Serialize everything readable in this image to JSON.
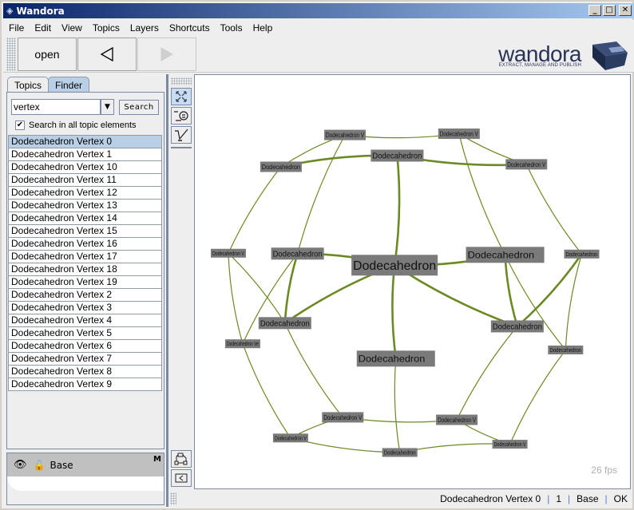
{
  "window": {
    "title": "Wandora",
    "controls": [
      "minimize",
      "maximize",
      "close"
    ]
  },
  "menu": [
    "File",
    "Edit",
    "View",
    "Topics",
    "Layers",
    "Shortcuts",
    "Tools",
    "Help"
  ],
  "toolbar": {
    "open_label": "open",
    "back_icon": "back-triangle-icon",
    "forward_icon": "forward-triangle-icon",
    "forward_enabled": false
  },
  "logo": {
    "word": "wandora",
    "tagline": "EXTRACT, MANAGE AND PUBLISH"
  },
  "left_tabs": [
    {
      "label": "Topics",
      "active": false
    },
    {
      "label": "Finder",
      "active": true
    }
  ],
  "finder": {
    "search_value": "vertex",
    "search_button": "Search",
    "checkbox_label": "Search in all topic elements",
    "checkbox_checked": true,
    "results": [
      "Dodecahedron Vertex 0",
      "Dodecahedron Vertex 1",
      "Dodecahedron Vertex 10",
      "Dodecahedron Vertex 11",
      "Dodecahedron Vertex 12",
      "Dodecahedron Vertex 13",
      "Dodecahedron Vertex 14",
      "Dodecahedron Vertex 15",
      "Dodecahedron Vertex 16",
      "Dodecahedron Vertex 17",
      "Dodecahedron Vertex 18",
      "Dodecahedron Vertex 19",
      "Dodecahedron Vertex 2",
      "Dodecahedron Vertex 3",
      "Dodecahedron Vertex 4",
      "Dodecahedron Vertex 5",
      "Dodecahedron Vertex 6",
      "Dodecahedron Vertex 7",
      "Dodecahedron Vertex 8",
      "Dodecahedron Vertex 9"
    ],
    "selected_index": 0
  },
  "layers": {
    "name": "Base",
    "mode_badge": "M",
    "visible_icon": "eye-icon",
    "lock_icon": "unlock-icon"
  },
  "side_tools": [
    "fit-to-view-icon",
    "filter-topic-icon",
    "edit-pen-icon"
  ],
  "side_tools_bottom": [
    "graph-layout-icon",
    "export-icon"
  ],
  "graph": {
    "fps": "26 fps",
    "nodes": [
      {
        "id": "center",
        "label": "Dodecahedron",
        "fx": 0.459,
        "fy": 0.46,
        "size": "xl"
      },
      {
        "id": "top",
        "label": "Dodecahedron",
        "fx": 0.465,
        "fy": 0.195,
        "size": "m"
      },
      {
        "id": "left",
        "label": "Dodecahedron",
        "fx": 0.236,
        "fy": 0.432,
        "size": "m"
      },
      {
        "id": "right",
        "label": "Dodecahedron",
        "fx": 0.713,
        "fy": 0.435,
        "size": "l"
      },
      {
        "id": "lowleft",
        "label": "Dodecahedron",
        "fx": 0.207,
        "fy": 0.6,
        "size": "m"
      },
      {
        "id": "lowright",
        "label": "Dodecahedron",
        "fx": 0.741,
        "fy": 0.608,
        "size": "m"
      },
      {
        "id": "bottom",
        "label": "Dodecahedron",
        "fx": 0.462,
        "fy": 0.686,
        "size": "l"
      },
      {
        "id": "v1",
        "label": "Dodecahedron V",
        "fx": 0.345,
        "fy": 0.145,
        "size": "s"
      },
      {
        "id": "v2",
        "label": "Dodecahedron V",
        "fx": 0.607,
        "fy": 0.142,
        "size": "s"
      },
      {
        "id": "v3",
        "label": "Dodecahedron",
        "fx": 0.198,
        "fy": 0.222,
        "size": "s"
      },
      {
        "id": "v4",
        "label": "Dodecahedron V",
        "fx": 0.762,
        "fy": 0.216,
        "size": "s"
      },
      {
        "id": "v5",
        "label": "Dodecahedron V",
        "fx": 0.077,
        "fy": 0.431,
        "size": "xs"
      },
      {
        "id": "v6",
        "label": "Dodecahedron",
        "fx": 0.889,
        "fy": 0.433,
        "size": "xs"
      },
      {
        "id": "v7",
        "label": "Dodecahedron Ve",
        "fx": 0.11,
        "fy": 0.65,
        "size": "xs"
      },
      {
        "id": "v8",
        "label": "Dodecahedron",
        "fx": 0.852,
        "fy": 0.665,
        "size": "xs"
      },
      {
        "id": "v9",
        "label": "Dodecahedron V",
        "fx": 0.34,
        "fy": 0.828,
        "size": "s"
      },
      {
        "id": "v10",
        "label": "Dodecahedron V",
        "fx": 0.602,
        "fy": 0.834,
        "size": "s"
      },
      {
        "id": "v11",
        "label": "Dodecahedron V",
        "fx": 0.22,
        "fy": 0.878,
        "size": "xs"
      },
      {
        "id": "v12",
        "label": "Dodecahedron V",
        "fx": 0.724,
        "fy": 0.893,
        "size": "xs"
      },
      {
        "id": "v13",
        "label": "Dodecahedron",
        "fx": 0.471,
        "fy": 0.913,
        "size": "xs"
      }
    ],
    "edges": [
      [
        "center",
        "top",
        1
      ],
      [
        "center",
        "lowleft",
        1
      ],
      [
        "center",
        "lowright",
        1
      ],
      [
        "center",
        "left",
        1
      ],
      [
        "center",
        "right",
        1
      ],
      [
        "center",
        "bottom",
        1
      ],
      [
        "top",
        "v3",
        1
      ],
      [
        "top",
        "v4",
        1
      ],
      [
        "left",
        "lowleft",
        1
      ],
      [
        "right",
        "lowright",
        1
      ],
      [
        "lowleft",
        "v5",
        0
      ],
      [
        "lowright",
        "v6",
        1
      ],
      [
        "v1",
        "v2",
        0
      ],
      [
        "v1",
        "v3",
        0
      ],
      [
        "v1",
        "left",
        0
      ],
      [
        "v2",
        "v4",
        0
      ],
      [
        "v2",
        "right",
        0
      ],
      [
        "v3",
        "v5",
        0
      ],
      [
        "v4",
        "v6",
        0
      ],
      [
        "v5",
        "v7",
        0
      ],
      [
        "v6",
        "v8",
        0
      ],
      [
        "left",
        "v7",
        0
      ],
      [
        "right",
        "v8",
        0
      ],
      [
        "lowleft",
        "v9",
        0
      ],
      [
        "lowright",
        "v10",
        0
      ],
      [
        "v7",
        "v11",
        0
      ],
      [
        "v8",
        "v12",
        0
      ],
      [
        "v9",
        "v10",
        0
      ],
      [
        "v9",
        "v11",
        0
      ],
      [
        "v10",
        "v12",
        0
      ],
      [
        "v11",
        "v13",
        0
      ],
      [
        "v12",
        "v13",
        0
      ],
      [
        "bottom",
        "v13",
        0
      ]
    ]
  },
  "status": {
    "topic": "Dodecahedron Vertex 0",
    "count": "1",
    "layer": "Base",
    "state": "OK"
  }
}
